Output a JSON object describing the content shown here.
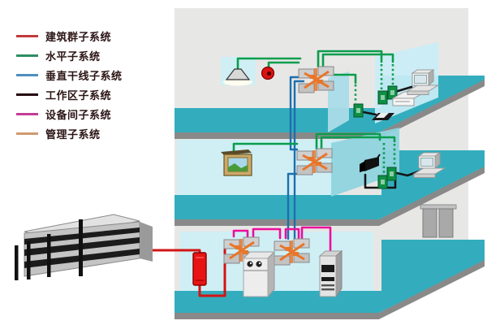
{
  "legend": {
    "items": [
      {
        "label": "建筑群子系统",
        "color": "#c23a3a"
      },
      {
        "label": "水平子系统",
        "color": "#2f8e62"
      },
      {
        "label": "垂直干线子系统",
        "color": "#4e8fc0"
      },
      {
        "label": "工作区子系统",
        "color": "#26060e"
      },
      {
        "label": "设备间子系统",
        "color": "#c43c96"
      },
      {
        "label": "管理子系统",
        "color": "#cf9a70"
      }
    ]
  },
  "colors": {
    "wall": "#e7e7e6",
    "floor": "#33adbd",
    "floor_band": "#898989",
    "panel_wall": "#cfeff5",
    "partition_light": "#c9edf5",
    "partition_small": "#aadce8",
    "partition_teal": "#8fd4de",
    "cable_green": "#0a9d4c",
    "cable_blue": "#1d6fae",
    "cable_red": "#d31414",
    "cable_magenta": "#ec0e9c",
    "cable_black": "#151515",
    "connector_orange": "#e8762a",
    "outlet_green": "#0e8f44",
    "device_gray": "#c9c9c9"
  },
  "diagram": {
    "floors": [
      {
        "id": "third-floor",
        "equipment": [
          "ceiling-lamp",
          "alarm-bell",
          "patch-panel",
          "wall-outlet",
          "telephone",
          "printer",
          "desktop-computer"
        ]
      },
      {
        "id": "second-floor",
        "equipment": [
          "tv-monitor",
          "patch-panel",
          "security-camera",
          "wall-outlet",
          "desktop-computer"
        ]
      },
      {
        "id": "first-floor",
        "equipment": [
          "distribution-box",
          "patch-panel",
          "patch-panel",
          "pbx-cabinet",
          "server-tower",
          "elevator-doors"
        ]
      }
    ],
    "external": [
      "campus-building"
    ]
  }
}
